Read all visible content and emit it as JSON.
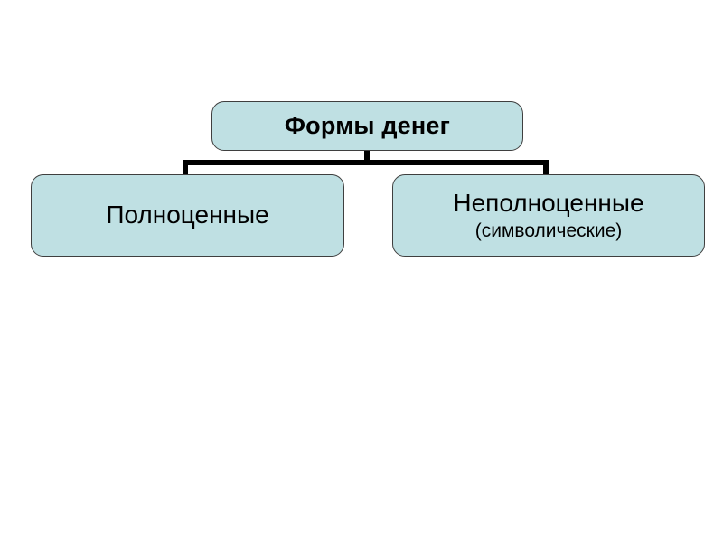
{
  "slide": {
    "background_color": "#ffffff",
    "node_fill_color": "#bfe0e3",
    "node_border_color": "#3f3f3f",
    "connector_color": "#000000",
    "text_color": "#000000"
  },
  "diagram": {
    "type": "hierarchy",
    "root": {
      "label": "Формы денег"
    },
    "children": [
      {
        "label": "Полноценные",
        "sublabel": ""
      },
      {
        "label": "Неполноценные",
        "sublabel": "(символические)"
      }
    ]
  }
}
